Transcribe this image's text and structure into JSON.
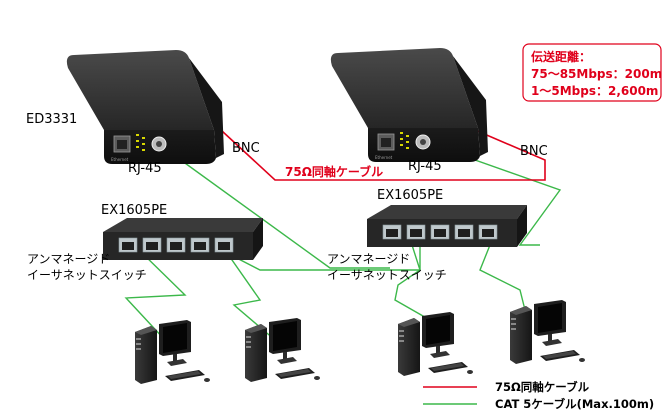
{
  "devices": {
    "left_converter": {
      "model": "ED3331"
    },
    "labels": {
      "rj45": "RJ-45",
      "bnc": "BNC"
    },
    "switch_model": "EX1605PE",
    "switch_desc_line1": "アンマネージド",
    "switch_desc_line2": "イーサネットスイッチ"
  },
  "coax_cable_label": "75Ω同軸ケーブル",
  "distance_box": {
    "title": "伝送距離：",
    "line1": "75～85Mbps：200m",
    "line2": "1～5Mbps：2,600m"
  },
  "legend": {
    "coax": "75Ω同軸ケーブル",
    "cat5": "CAT 5ケーブル(Max.100m)"
  },
  "colors": {
    "coax": "#e0001b",
    "cat5": "#3cb84a",
    "device_body": "#2b2b2b"
  }
}
